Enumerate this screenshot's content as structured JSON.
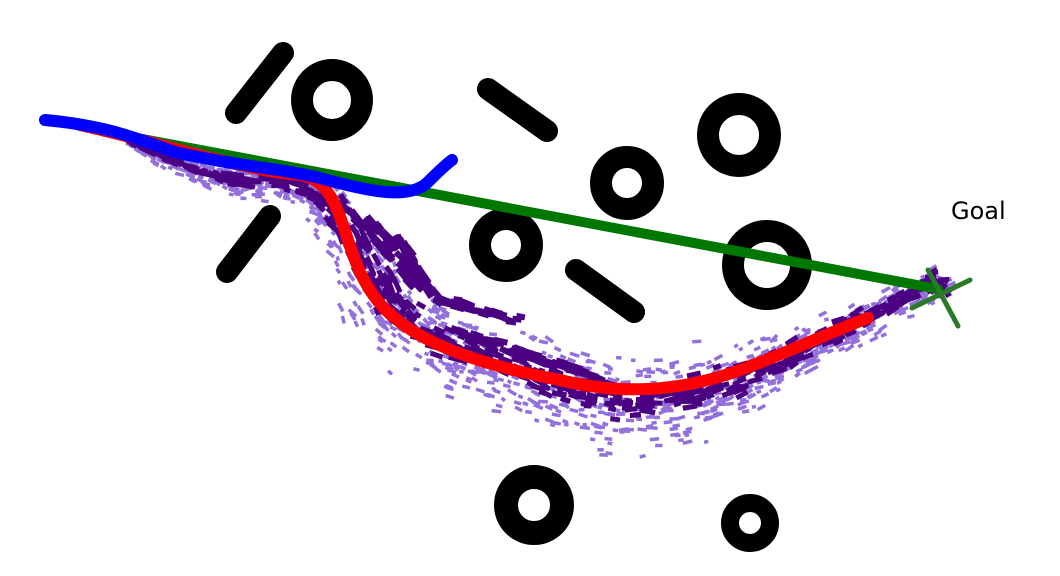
{
  "goal_label": "Goal",
  "colors": {
    "background": "#ffffff",
    "obstacle": "#000000",
    "sample_dark": "#4b0082",
    "sample_light": "#9370db",
    "path_red": "#ff0000",
    "path_blue": "#0000ff",
    "path_green": "#007700",
    "goal_marker": "#2a7a2a"
  },
  "obstacle_types": [
    "ring",
    "bar"
  ],
  "path_names": [
    "red-path",
    "blue-path",
    "green-path"
  ]
}
